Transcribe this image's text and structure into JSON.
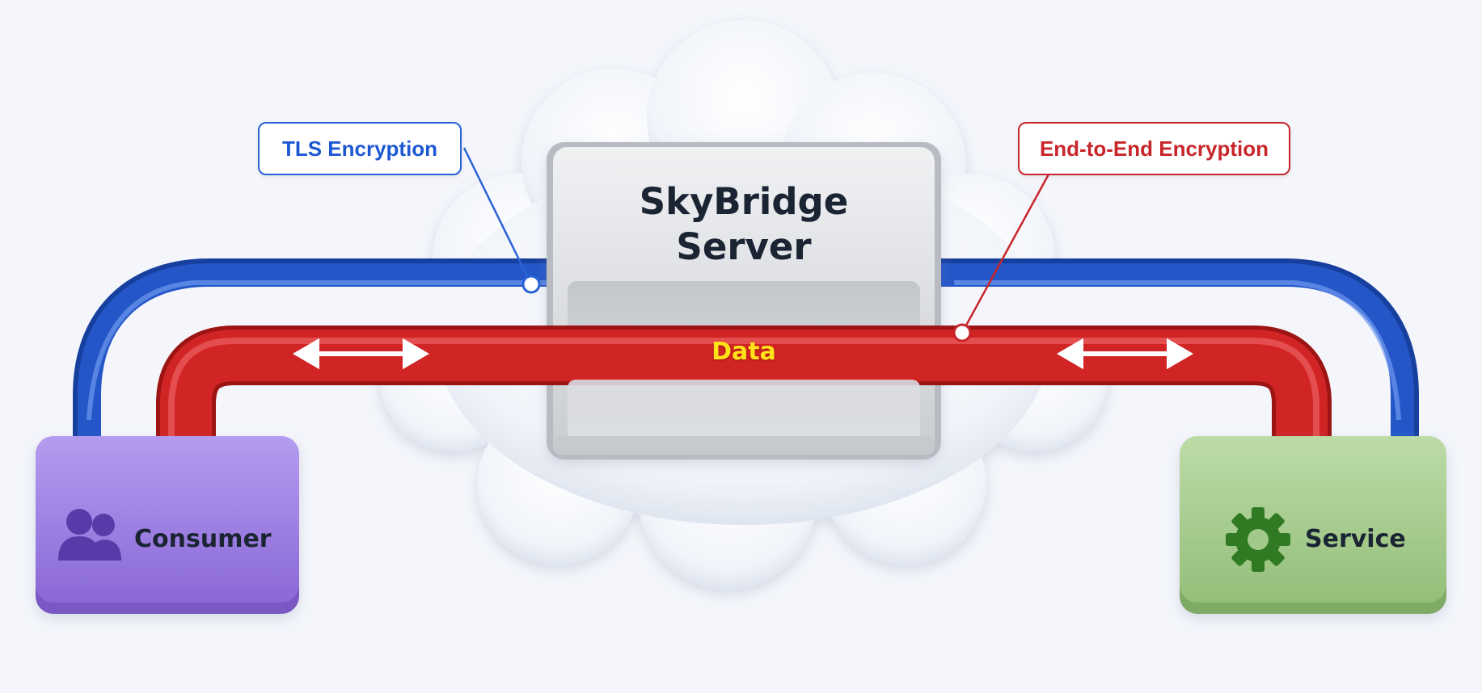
{
  "callouts": {
    "tls_label": "TLS Encryption",
    "tls_color": "#1c58d3",
    "e2e_label": "End-to-End Encryption",
    "e2e_color": "#c8262a"
  },
  "server": {
    "title_line1": "SkyBridge",
    "title_line2": "Server"
  },
  "data_channel": {
    "label": "Data",
    "label_color": "#ffe21a"
  },
  "consumer": {
    "label": "Consumer",
    "icon": "users-icon",
    "color": "#9a7bdb"
  },
  "service": {
    "label": "Service",
    "icon": "gear-icon",
    "color": "#a2c98a"
  },
  "colors": {
    "tls_pipe": "#2456c8",
    "data_pipe": "#d12424"
  }
}
